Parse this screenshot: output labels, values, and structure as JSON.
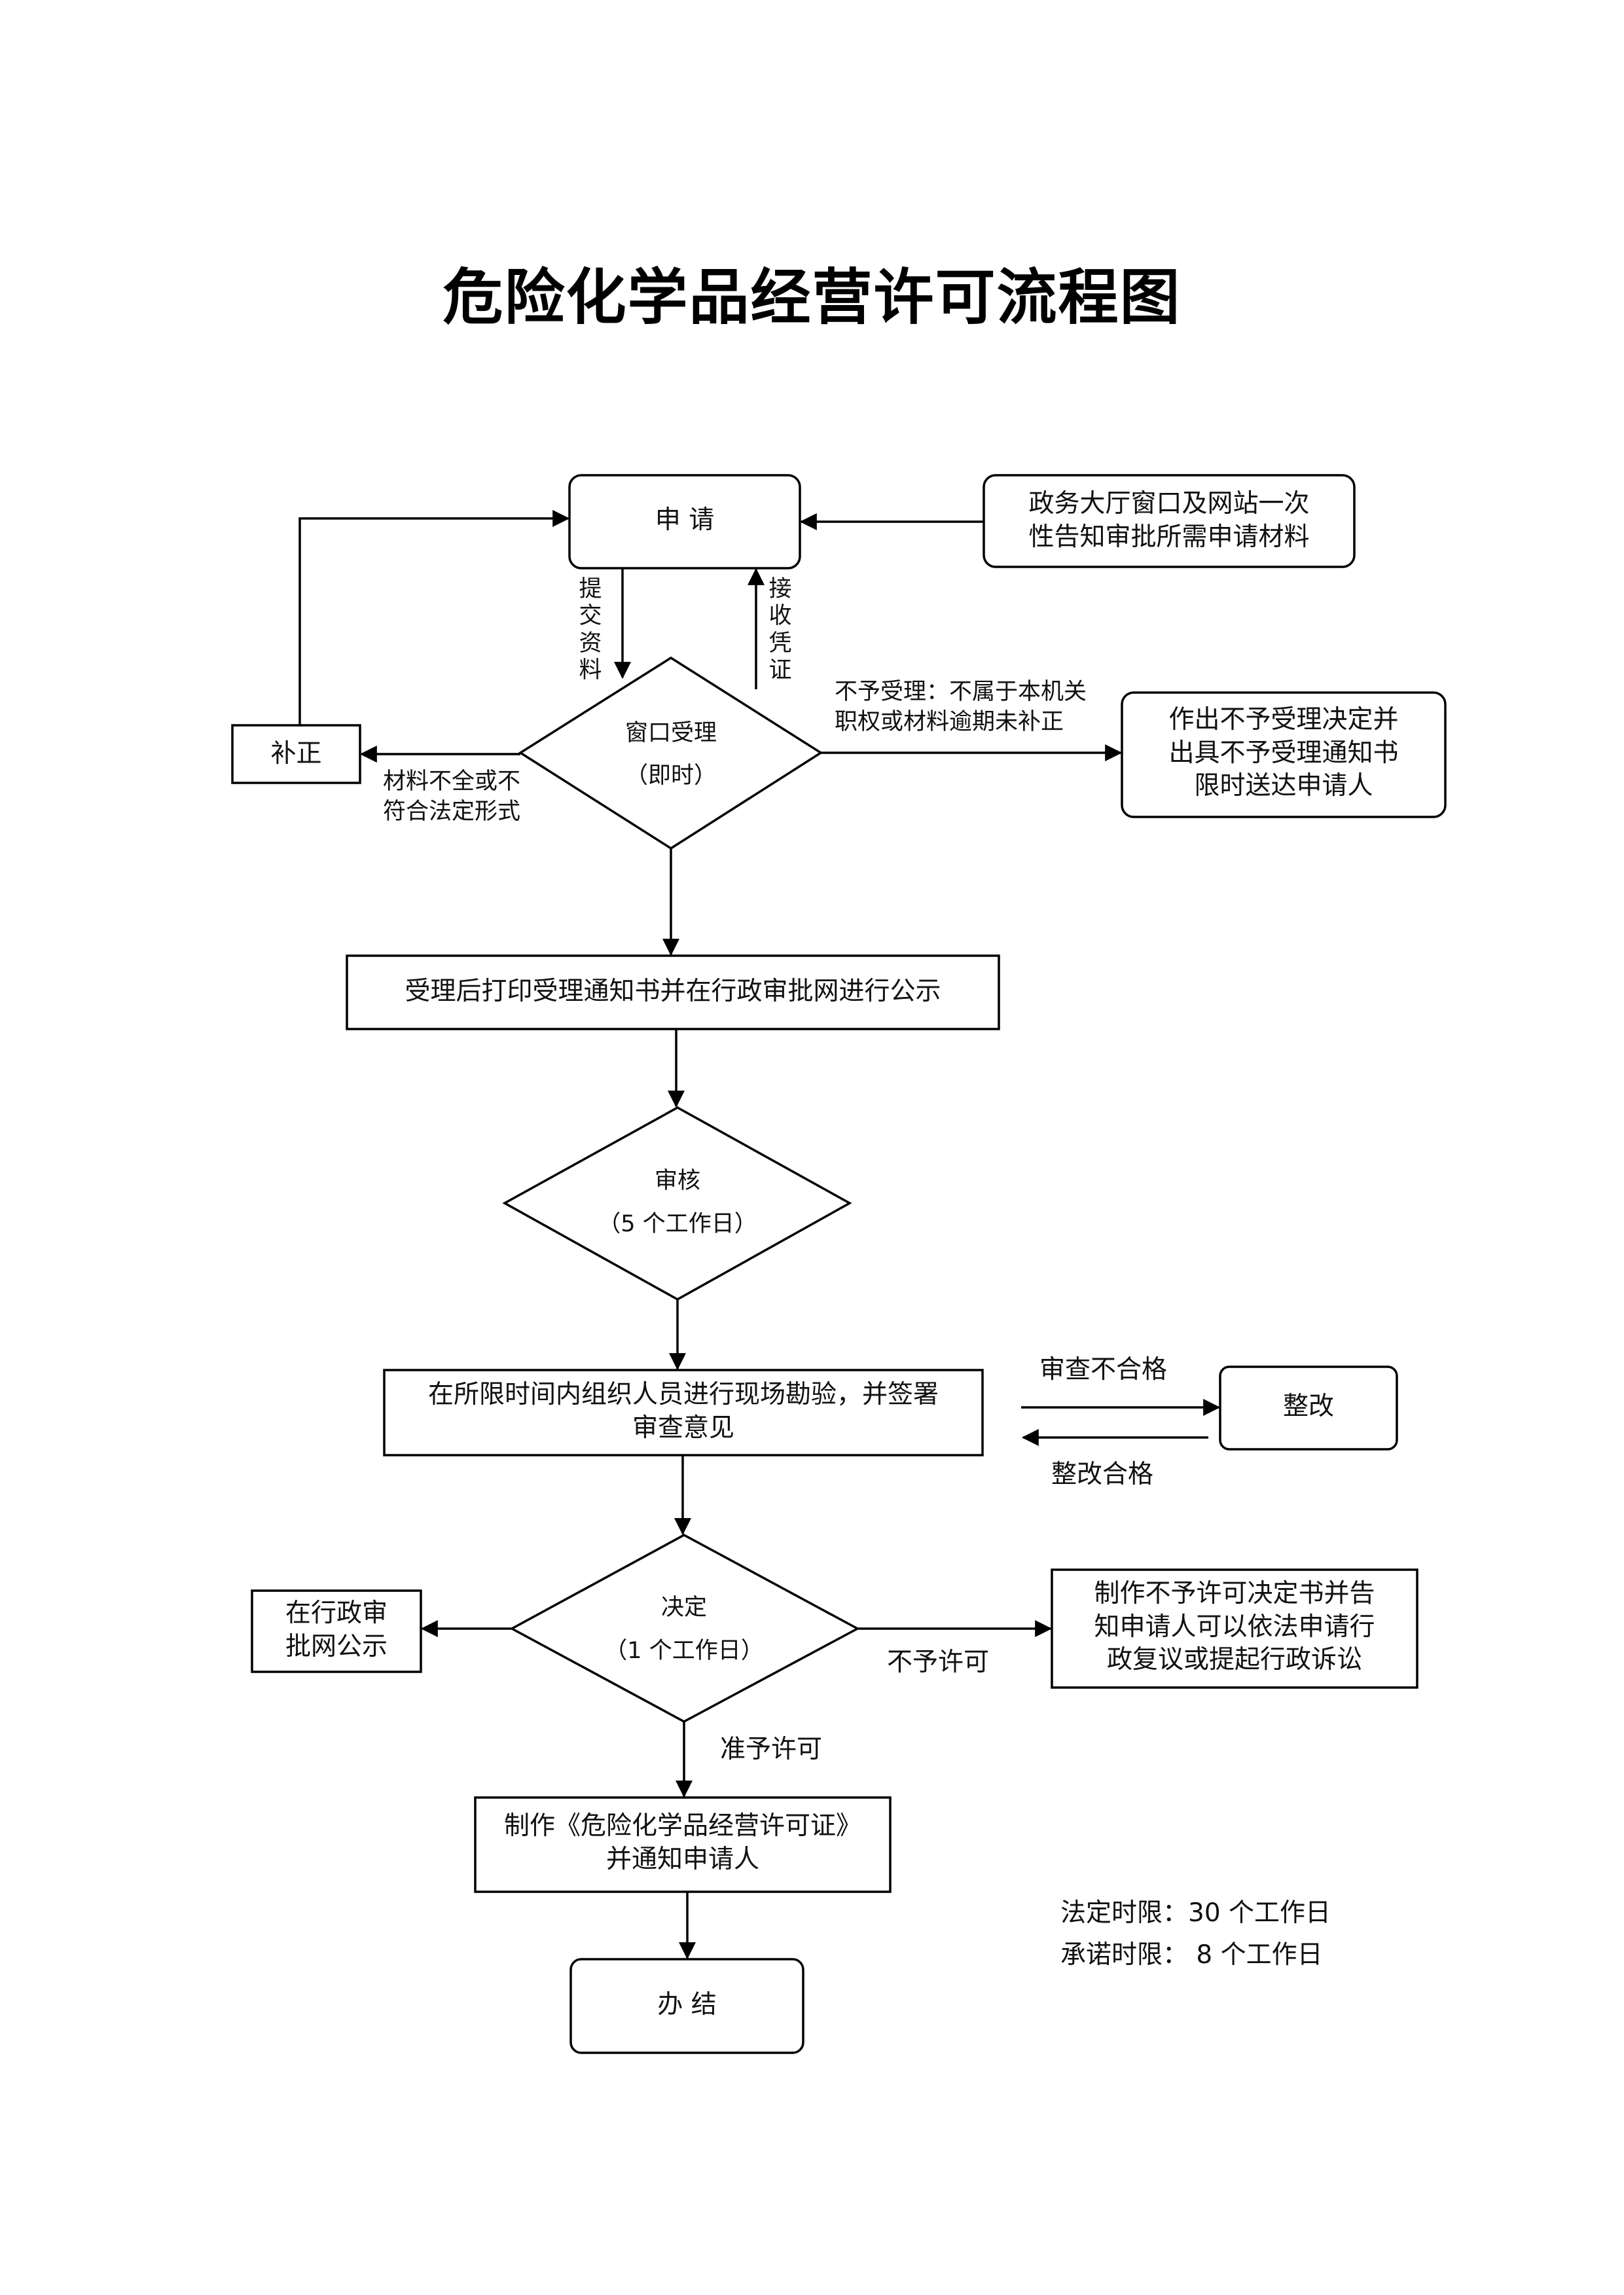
{
  "title": "危险化学品经营许可流程图",
  "nodes": {
    "apply": "申 请",
    "notice_materials": "政务大厅窗口及网站一次\n性告知审批所需申请材料",
    "window_accept": "窗口受理",
    "window_accept_time": "（即时）",
    "correct": "补正",
    "reject_decision": "作出不予受理决定并\n出具不予受理通知书\n限时送达申请人",
    "print_notice": "受理后打印受理通知书并在行政审批网进行公示",
    "review": "审核",
    "review_time": "（5 个工作日）",
    "site_inspection": "在所限时间内组织人员进行现场勘验，并签署\n审查意见",
    "rectify": "整改",
    "decision": "决定",
    "decision_time": "（1 个工作日）",
    "publicize": "在行政审\n批网公示",
    "deny_notice": "制作不予许可决定书并告\n知申请人可以依法申请行\n政复议或提起行政诉讼",
    "make_license": "制作《危险化学品经营许可证》\n并通知申请人",
    "finish": "办 结"
  },
  "edge_labels": {
    "submit_materials": "提交资料",
    "receive_voucher": "接收凭证",
    "incomplete": "材料不全或不\n符合法定形式",
    "not_accepted": "不予受理：不属于本机关\n职权或材料逾期未补正",
    "review_fail": "审查不合格",
    "rectify_pass": "整改合格",
    "not_permitted": "不予许可",
    "permitted": "准予许可"
  },
  "footer": {
    "legal_limit": "法定时限：30 个工作日",
    "promised_limit": "承诺时限：  8 个工作日"
  }
}
